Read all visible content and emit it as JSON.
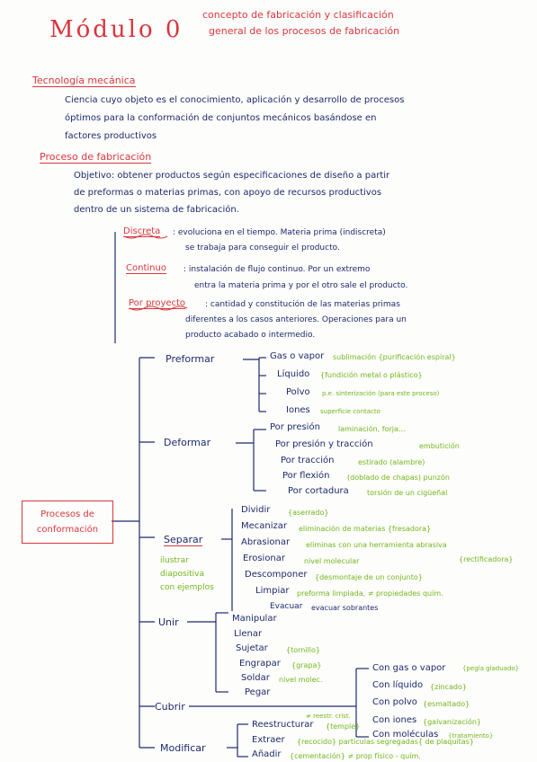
{
  "header": {
    "title": "Módulo 0",
    "subtitle1": "concepto de fabricación y clasificación",
    "subtitle2": "general de los procesos de fabricación"
  },
  "tecnologia": {
    "heading": "Tecnología mecánica",
    "lines": [
      "Ciencia cuyo objeto es el conocimiento, aplicación y desarrollo de procesos",
      "óptimos para la conformación de conjuntos mecánicos basándose en",
      "factores productivos"
    ]
  },
  "proceso": {
    "heading": "Proceso de fabricación",
    "lines": [
      "Objetivo: obtener productos según especificaciones de diseño a partir",
      "de preformas o materias primas, con apoyo de recursos productivos",
      "dentro de un sistema de fabricación."
    ],
    "types": [
      {
        "term": "Discreta",
        "lines": [
          ": evoluciona en el tiempo. Materia prima (indiscreta)",
          "se trabaja para conseguir el producto."
        ]
      },
      {
        "term": "Continuo",
        "lines": [
          ": instalación de flujo continuo. Por un extremo",
          "entra la materia prima y por el otro sale el producto."
        ]
      },
      {
        "term": "Por proyecto",
        "lines": [
          ": cantidad y constitución de las materias primas",
          "diferentes a los casos anteriores. Operaciones para un",
          "producto acabado o intermedio."
        ]
      }
    ]
  },
  "conformacion": {
    "root": "Procesos de conformación",
    "preformar": {
      "label": "Preformar",
      "items": [
        {
          "t": "Gas o vapor",
          "n": "sublimación {purificación espiral}"
        },
        {
          "t": "Líquido",
          "n": "{fundición metal o plástico}"
        },
        {
          "t": "Polvo",
          "n": "p.e. sinterización (para este proceso)"
        },
        {
          "t": "Iones",
          "n": "superficie contacto"
        }
      ]
    },
    "deformar": {
      "label": "Deformar",
      "items": [
        {
          "t": "Por presión",
          "n": "laminación, forja..."
        },
        {
          "t": "Por presión y tracción",
          "n": "embutición"
        },
        {
          "t": "Por tracción",
          "n": "estirado (alambre)"
        },
        {
          "t": "Por flexión",
          "n": "(doblado de chapas) punzón"
        },
        {
          "t": "Por cortadura",
          "n": "torsión de un cigüeñal"
        }
      ]
    },
    "separar": {
      "label": "Separar",
      "note": [
        "ilustrar",
        "diapositiva",
        "con ejemplos"
      ],
      "items": [
        {
          "t": "Dividir",
          "n": "{aserrado}"
        },
        {
          "t": "Mecanizar",
          "n": "eliminación de materias {fresadora}"
        },
        {
          "t": "Abrasionar",
          "n": "eliminas con una herramienta abrasiva"
        },
        {
          "t": "Erosionar",
          "n": "nivel molecular"
        },
        {
          "t": "Descomponer",
          "n": "{desmontaje de un conjunto}"
        },
        {
          "t": "Limpiar",
          "n": "preforma limpiada, ≠ propiedades quím."
        },
        {
          "t": "Evacuar",
          "n": "evacuar sobrantes"
        }
      ],
      "extra": "{rectificadora}"
    },
    "unir": {
      "label": "Unir",
      "items": [
        {
          "t": "Manipular",
          "n": ""
        },
        {
          "t": "Llenar",
          "n": ""
        },
        {
          "t": "Sujetar",
          "n": "{tornillo}"
        },
        {
          "t": "Engrapar",
          "n": "{grapa}"
        },
        {
          "t": "Soldar",
          "n": "nivel molec."
        },
        {
          "t": "Pegar",
          "n": ""
        }
      ]
    },
    "cubrir": {
      "label": "Cubrir",
      "items": [
        {
          "t": "Con gas o vapor",
          "n": "{pegla gladuado}"
        },
        {
          "t": "Con líquido",
          "n": "{zincado}"
        },
        {
          "t": "Con polvo",
          "n": "{esmaltado}"
        },
        {
          "t": "Con iones",
          "n": "{galvanización}"
        },
        {
          "t": "Con moléculas",
          "n": "{tratamiento}"
        }
      ]
    },
    "modificar": {
      "label": "Modificar",
      "top_note": "≠ reestr. crist.",
      "items": [
        {
          "t": "Reestructurar",
          "n": "{temple}"
        },
        {
          "t": "Extraer",
          "n": "{recocido} partículas segregadas{ de plaquitas}"
        },
        {
          "t": "Añadir",
          "n": "{cementación} ≠ prop físico - quím."
        }
      ]
    }
  },
  "colors": {
    "red": "#d9363e",
    "navy": "#1e2a6e",
    "green": "#74b51e"
  }
}
